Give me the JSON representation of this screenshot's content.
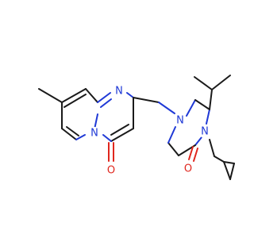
{
  "molecule": {
    "atom_labels": [
      {
        "id": "N_pyr_top",
        "text": "N",
        "color": "#1f39d6"
      },
      {
        "id": "N_pyr_bridge",
        "text": "N",
        "color": "#1f39d6"
      },
      {
        "id": "O_ketone_left",
        "text": "O",
        "color": "#e0261d"
      },
      {
        "id": "N_diazepane_1",
        "text": "N",
        "color": "#1f39d6"
      },
      {
        "id": "N_diazepane_4",
        "text": "N",
        "color": "#1f39d6"
      },
      {
        "id": "O_lactam",
        "text": "O",
        "color": "#e0261d"
      }
    ],
    "colors": {
      "carbon_bond": "#1a1a1a",
      "nitrogen": "#1f39d6",
      "oxygen": "#e0261d",
      "background": "#ffffff"
    }
  }
}
